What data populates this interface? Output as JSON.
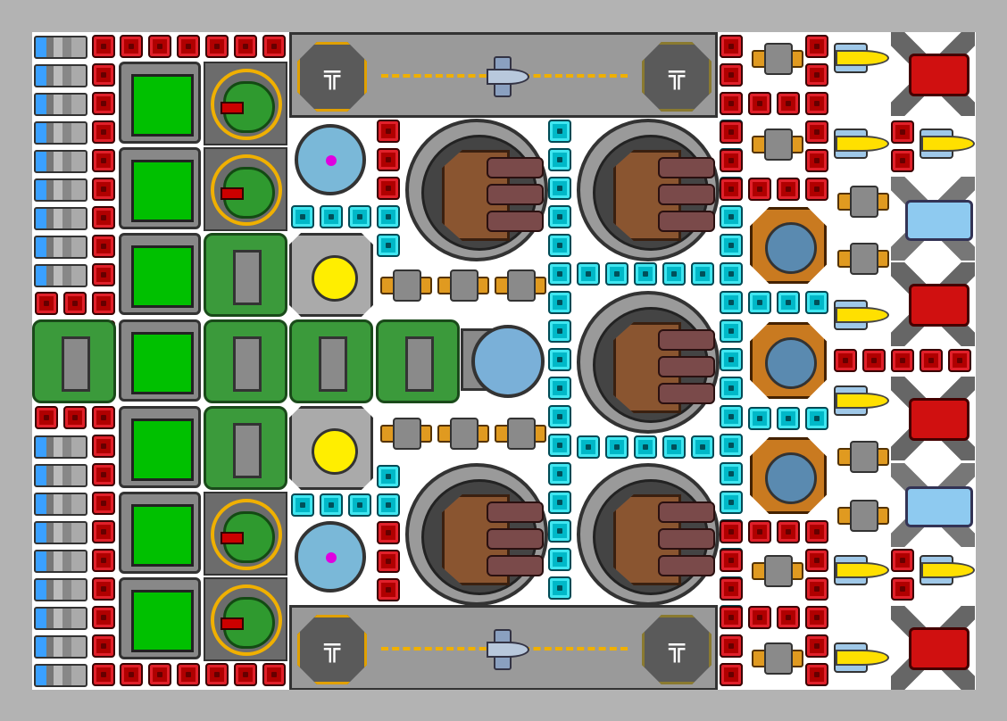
{
  "game": {
    "view": "ship-builder-top-down",
    "hangar_pad_label": "╦",
    "colors": {
      "frame": "#b3b3b3",
      "armor_red": "#b00000",
      "armor_cyan": "#00b8c8",
      "room_green": "#00c000",
      "reactor_yellow": "#ffee00",
      "lane_marking": "#f0b000"
    },
    "component_types": [
      "thruster",
      "red-armor",
      "cyan-armor",
      "green-room",
      "green-turret",
      "green-tank",
      "reactor",
      "shield-generator",
      "heavy-cannon-turret",
      "orange-cannon",
      "flak-turret",
      "yellow-missile",
      "red-laser",
      "blue-ion-cannon",
      "hangar",
      "fighter-craft",
      "command-core"
    ]
  }
}
